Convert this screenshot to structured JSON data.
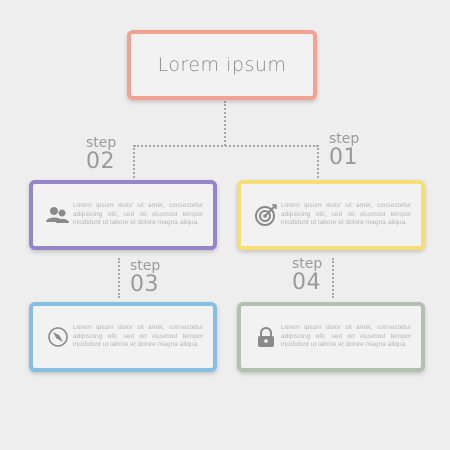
{
  "title": "Lorem ipsum",
  "steps": [
    {
      "word": "step",
      "number": "01",
      "text": "Lorem ipsum dolor sit amet, consectetur adipiscing elit, sed do eiusmod tempor incididunt ut labore et dolore magna aliqua.",
      "icon": "target-icon",
      "color": "#f5df72"
    },
    {
      "word": "step",
      "number": "02",
      "text": "Lorem ipsum dolor sit amet, consectetur adipiscing elit, sed do eiusmod tempor incididunt ut labore et dolore magna aliqua.",
      "icon": "users-icon",
      "color": "#9585c9"
    },
    {
      "word": "step",
      "number": "03",
      "text": "Lorem ipsum dolor sit amet, consectetur adipiscing elit, sed do eiusmod tempor incididunt ut labore et dolore magna aliqua.",
      "icon": "compass-icon",
      "color": "#86bfe2"
    },
    {
      "word": "step",
      "number": "04",
      "text": "Lorem ipsum dolor sit amet, consectetur adipiscing elit, sed do eiusmod tempor incididunt ut labore et dolore magna aliqua.",
      "icon": "lock-icon",
      "color": "#b3bfb0"
    }
  ],
  "colors": {
    "title_border": "#f1a293",
    "background": "#eeeeee",
    "connector": "#a8a8a8",
    "icon": "#8a8a8a"
  }
}
